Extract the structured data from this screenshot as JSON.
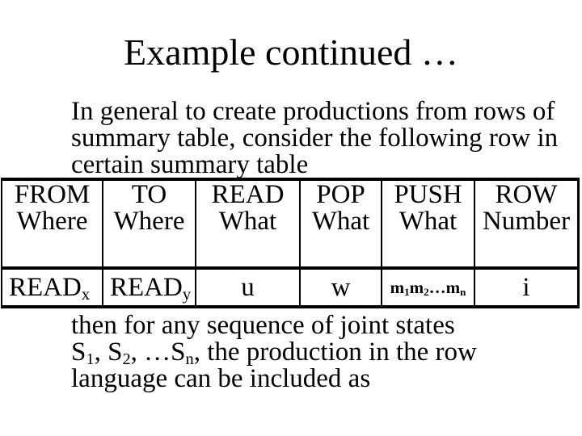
{
  "slide": {
    "title": "Example continued …",
    "intro": {
      "line1": "In general to create productions from rows of",
      "line2": "summary table, consider the following row in",
      "line3": "certain summary table"
    },
    "outro": {
      "line1": "then for any sequence of joint states",
      "line2": {
        "t1": "S",
        "s1": "1",
        "t2": ", S",
        "s2": "2",
        "t3": ", …S",
        "s3": "n",
        "t4": ", the production in the row"
      },
      "line3": "language can be included as"
    }
  },
  "table": {
    "headers": [
      {
        "line1": "FROM",
        "line2": "Where"
      },
      {
        "line1": "TO",
        "line2": "Where"
      },
      {
        "line1": "READ",
        "line2": "What"
      },
      {
        "line1": "POP",
        "line2": "What"
      },
      {
        "line1": "PUSH",
        "line2": "What"
      },
      {
        "line1": "ROW",
        "line2": "Number"
      }
    ],
    "row": {
      "c1": {
        "base": "READ",
        "sub": "x"
      },
      "c2": {
        "base": "READ",
        "sub": "y"
      },
      "c3": "u",
      "c4": "w",
      "c5": {
        "p1": "m",
        "s1": "1",
        "p2": "m",
        "s2": "2",
        "p3": "…m",
        "s3": "n"
      },
      "c6": "i"
    }
  },
  "colors": {
    "background": "#ffffff",
    "text": "#000000",
    "border": "#000000"
  }
}
